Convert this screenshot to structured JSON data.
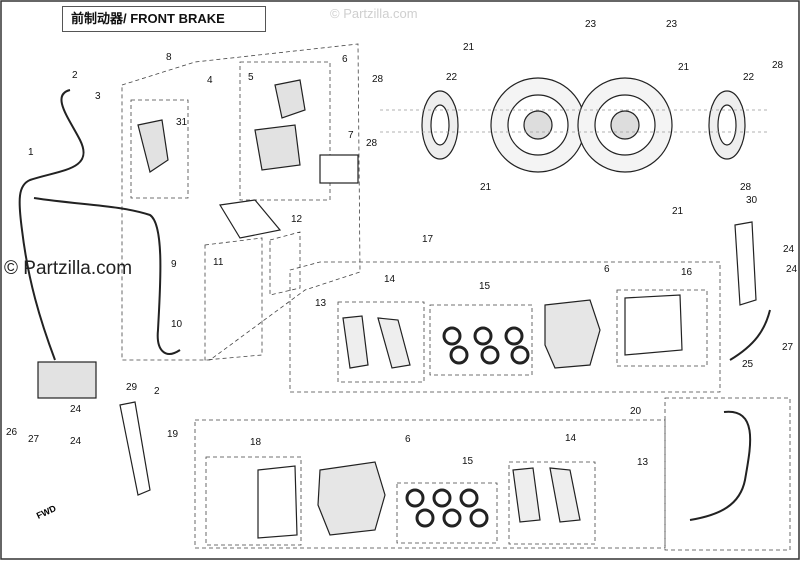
{
  "title": "前制动器/ FRONT BRAKE",
  "watermark": "© Partzilla.com",
  "watermark_faint": "© Partzilla.com",
  "fwd_label": "FWD",
  "callouts": [
    {
      "id": "c1",
      "text": "1"
    },
    {
      "id": "c2a",
      "text": "2"
    },
    {
      "id": "c2b",
      "text": "2"
    },
    {
      "id": "c3",
      "text": "3"
    },
    {
      "id": "c4",
      "text": "4"
    },
    {
      "id": "c5",
      "text": "5"
    },
    {
      "id": "c6a",
      "text": "6"
    },
    {
      "id": "c6b",
      "text": "6"
    },
    {
      "id": "c6c",
      "text": "6"
    },
    {
      "id": "c7",
      "text": "7"
    },
    {
      "id": "c8",
      "text": "8"
    },
    {
      "id": "c9",
      "text": "9"
    },
    {
      "id": "c10",
      "text": "10"
    },
    {
      "id": "c11",
      "text": "11"
    },
    {
      "id": "c12",
      "text": "12"
    },
    {
      "id": "c13a",
      "text": "13"
    },
    {
      "id": "c13b",
      "text": "13"
    },
    {
      "id": "c14a",
      "text": "14"
    },
    {
      "id": "c14b",
      "text": "14"
    },
    {
      "id": "c15a",
      "text": "15"
    },
    {
      "id": "c15b",
      "text": "15"
    },
    {
      "id": "c16",
      "text": "16"
    },
    {
      "id": "c17",
      "text": "17"
    },
    {
      "id": "c18",
      "text": "18"
    },
    {
      "id": "c19",
      "text": "19"
    },
    {
      "id": "c20",
      "text": "20"
    },
    {
      "id": "c21a",
      "text": "21"
    },
    {
      "id": "c21b",
      "text": "21"
    },
    {
      "id": "c21c",
      "text": "21"
    },
    {
      "id": "c21d",
      "text": "21"
    },
    {
      "id": "c22a",
      "text": "22"
    },
    {
      "id": "c22b",
      "text": "22"
    },
    {
      "id": "c23a",
      "text": "23"
    },
    {
      "id": "c23b",
      "text": "23"
    },
    {
      "id": "c24a",
      "text": "24"
    },
    {
      "id": "c24b",
      "text": "24"
    },
    {
      "id": "c24c",
      "text": "24"
    },
    {
      "id": "c24d",
      "text": "24"
    },
    {
      "id": "c25",
      "text": "25"
    },
    {
      "id": "c26",
      "text": "26"
    },
    {
      "id": "c27a",
      "text": "27"
    },
    {
      "id": "c27b",
      "text": "27"
    },
    {
      "id": "c28a",
      "text": "28"
    },
    {
      "id": "c28b",
      "text": "28"
    },
    {
      "id": "c28c",
      "text": "28"
    },
    {
      "id": "c28d",
      "text": "28"
    },
    {
      "id": "c29",
      "text": "29"
    },
    {
      "id": "c30",
      "text": "30"
    },
    {
      "id": "c31",
      "text": "31"
    }
  ]
}
